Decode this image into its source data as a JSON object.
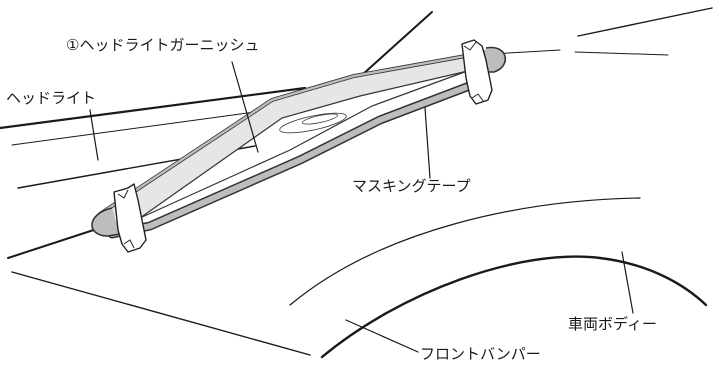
{
  "labels": {
    "garnish": "①ヘッドライトガーニッシュ",
    "headlight": "ヘッドライト",
    "masking_tape": "マスキングテープ",
    "vehicle_body": "車両ボディー",
    "front_bumper": "フロントバンパー"
  },
  "colors": {
    "line": "#1a1a1a",
    "tape_fill": "#bdbdbd",
    "tape_edge": "#333333",
    "background": "#ffffff"
  }
}
